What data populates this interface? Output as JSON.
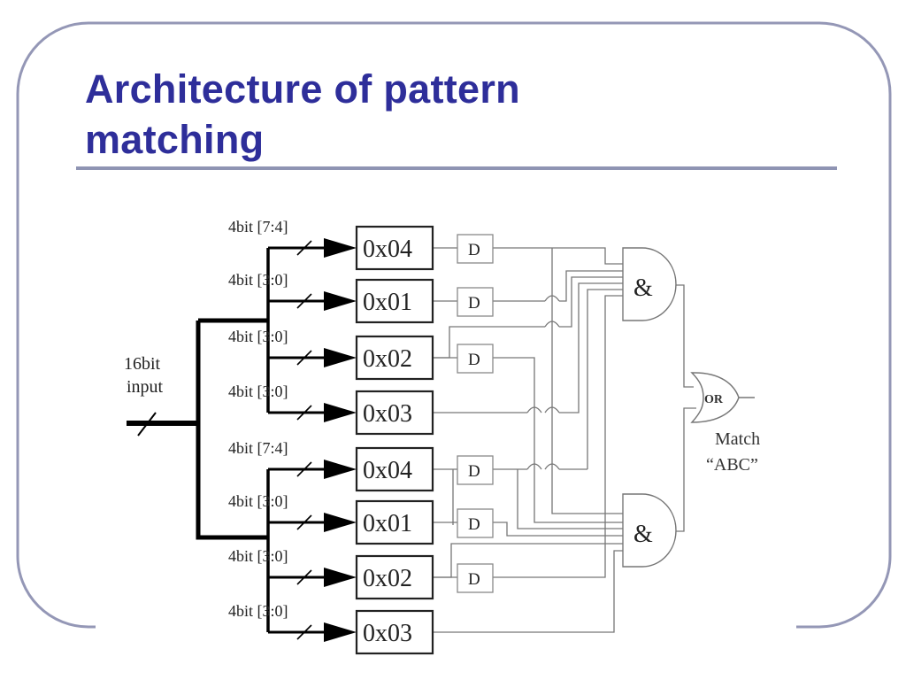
{
  "slide": {
    "title": "Architecture of pattern matching",
    "title_color": "#2e2e9a",
    "border_color": "#9497b6"
  },
  "diagram": {
    "input_label_line1": "16bit",
    "input_label_line2": "input",
    "groups": [
      {
        "comparators": [
          {
            "bits_label": "4bit [7:4]",
            "value": "0x04",
            "has_delay": true
          },
          {
            "bits_label": "4bit [3:0]",
            "value": "0x01",
            "has_delay": true
          },
          {
            "bits_label": "4bit [3:0]",
            "value": "0x02",
            "has_delay": true
          },
          {
            "bits_label": "4bit [3:0]",
            "value": "0x03",
            "has_delay": false
          }
        ],
        "gate_label": "&"
      },
      {
        "comparators": [
          {
            "bits_label": "4bit [7:4]",
            "value": "0x04",
            "has_delay": true
          },
          {
            "bits_label": "4bit [3:0]",
            "value": "0x01",
            "has_delay": true
          },
          {
            "bits_label": "4bit [3:0]",
            "value": "0x02",
            "has_delay": true
          },
          {
            "bits_label": "4bit [3:0]",
            "value": "0x03",
            "has_delay": false
          }
        ],
        "gate_label": "&"
      }
    ],
    "delay_label": "D",
    "or_label": "OR",
    "output_label_line1": "Match",
    "output_label_line2": "“ABC”"
  }
}
